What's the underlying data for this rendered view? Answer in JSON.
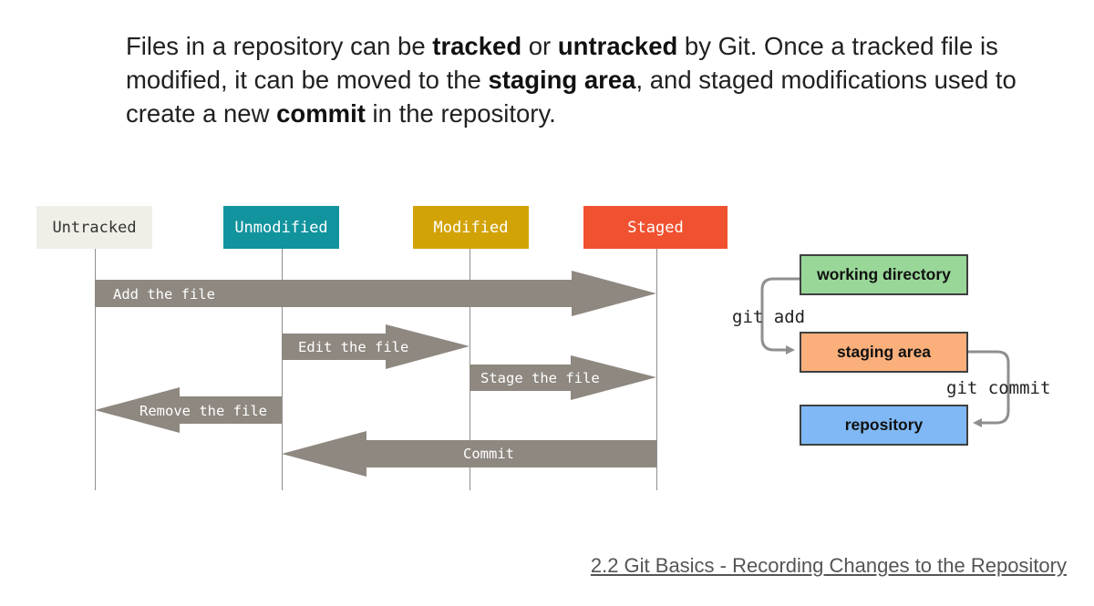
{
  "intro": {
    "p1": "Files in a repository can be ",
    "b1": "tracked",
    "p2": " or ",
    "b2": "untracked",
    "p3": " by Git. Once a tracked file is modified, it can be moved to the ",
    "b3": "staging area",
    "p4": ", and staged modifications used to create a new ",
    "b4": "commit",
    "p5": " in the repository."
  },
  "lifecycle": {
    "states": [
      {
        "label": "Untracked",
        "color": "#efeee7",
        "text_color": "#333333"
      },
      {
        "label": "Unmodified",
        "color": "#12949e",
        "text_color": "#ffffff"
      },
      {
        "label": "Modified",
        "color": "#d2a306",
        "text_color": "#ffffff"
      },
      {
        "label": "Staged",
        "color": "#f05130",
        "text_color": "#ffffff"
      }
    ],
    "transitions": [
      {
        "label": "Add the file",
        "from": "Untracked",
        "to": "Staged"
      },
      {
        "label": "Edit the file",
        "from": "Unmodified",
        "to": "Modified"
      },
      {
        "label": "Stage the file",
        "from": "Modified",
        "to": "Staged"
      },
      {
        "label": "Remove the file",
        "from": "Unmodified",
        "to": "Untracked"
      },
      {
        "label": "Commit",
        "from": "Staged",
        "to": "Unmodified"
      }
    ],
    "arrow_color": "#8e8880"
  },
  "workflow": {
    "working_directory": {
      "label": "working directory",
      "color": "#99d799"
    },
    "staging_area": {
      "label": "staging area",
      "color": "#fbb07c"
    },
    "repository": {
      "label": "repository",
      "color": "#7fb8f4"
    },
    "git_add": "git add",
    "git_commit": "git commit"
  },
  "reference_link": "2.2 Git Basics - Recording Changes to the Repository"
}
